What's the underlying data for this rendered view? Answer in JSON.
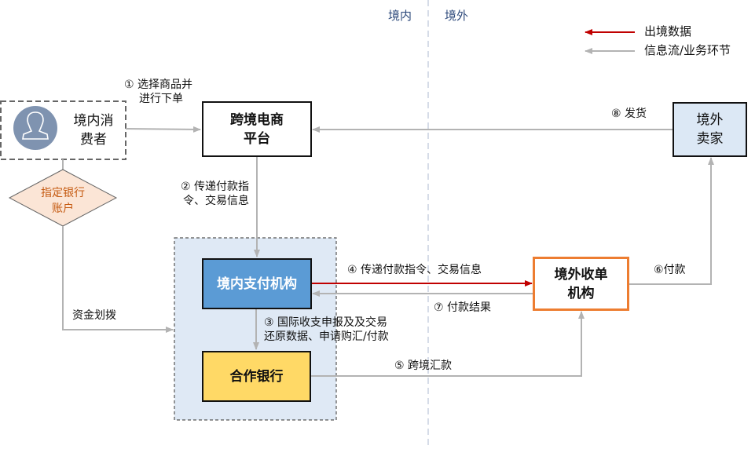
{
  "regions": {
    "domestic": "境内",
    "overseas": "境外"
  },
  "legend": [
    {
      "label": "出境数据",
      "color": "#c00000",
      "name": "outbound-data"
    },
    {
      "label": "信息流/业务环节",
      "color": "#b3b3b3",
      "name": "info-flow"
    }
  ],
  "nodes": {
    "consumer": {
      "line1": "境内消",
      "line2": "费者",
      "icon": "user-avatar-icon",
      "icon_color": "#7f93b0"
    },
    "platform": {
      "line1": "跨境电商",
      "line2": "平台"
    },
    "seller": {
      "line1": "境外",
      "line2": "卖家",
      "fill": "#dce8f5"
    },
    "bank_account": {
      "line1": "指定银行",
      "line2": "账户",
      "fill": "#fbe5d6",
      "text_color": "#c55a11"
    },
    "payment_institution": {
      "label": "境内支付机构",
      "fill": "#5b9bd5"
    },
    "cooperative_bank": {
      "label": "合作银行",
      "fill": "#ffd966"
    },
    "acquirer": {
      "line1": "境外收单",
      "line2": "机构",
      "border": "#ed7d31"
    },
    "group_fill": "#dfe9f5"
  },
  "steps": {
    "s1": {
      "line1": "① 选择商品并",
      "line2": "进行下单"
    },
    "s2": {
      "line1": "② 传递付款指",
      "line2": "令、交易信息"
    },
    "s3": {
      "line1": "③ 国际收支申报及及交易",
      "line2": "还原数据、申请购汇/付款"
    },
    "s4": "④ 传递付款指令、交易信息",
    "s5": "⑤ 跨境汇款",
    "s6": "⑥付款",
    "s7": "⑦ 付款结果",
    "s8": "⑧ 发货",
    "funds": "资金划拨"
  }
}
